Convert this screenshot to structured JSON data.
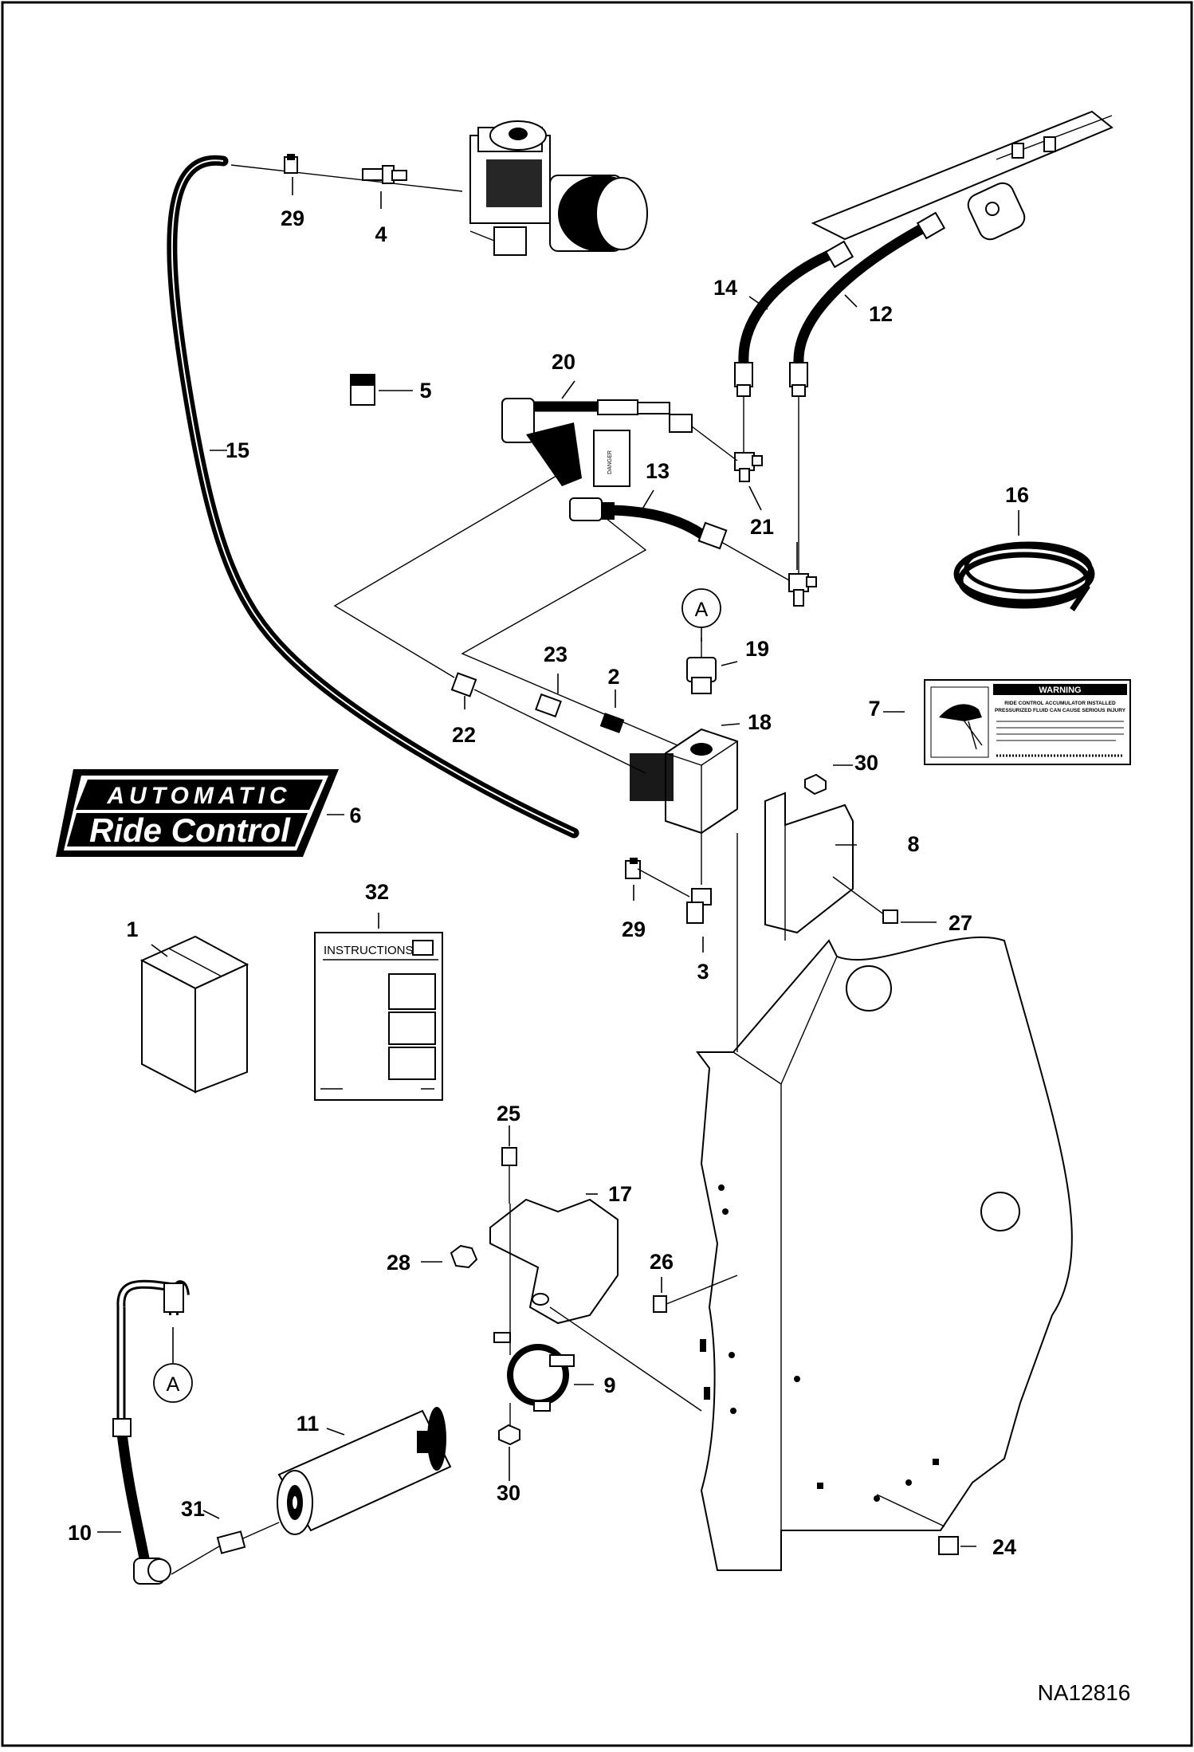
{
  "callouts": {
    "c1": "1",
    "c2": "2",
    "c3": "3",
    "c4": "4",
    "c5": "5",
    "c6": "6",
    "c7": "7",
    "c8": "8",
    "c9": "9",
    "c10": "10",
    "c11": "11",
    "c12": "12",
    "c13": "13",
    "c14": "14",
    "c15": "15",
    "c16": "16",
    "c17": "17",
    "c18": "18",
    "c19": "19",
    "c20": "20",
    "c21": "21",
    "c22": "22",
    "c23": "23",
    "c24": "24",
    "c25": "25",
    "c26": "26",
    "c27": "27",
    "c28": "28",
    "c29a": "29",
    "c29b": "29",
    "c30a": "30",
    "c30b": "30",
    "c31": "31",
    "c32": "32"
  },
  "connection_markers": {
    "top": "A",
    "bottom": "A"
  },
  "ride_control_decal": {
    "line1": "AUTOMATIC",
    "line2": "Ride Control"
  },
  "instructions_sheet": {
    "title": "INSTRUCTIONS"
  },
  "warning_decal": {
    "header": "WARNING",
    "line1": "RIDE CONTROL ACCUMULATOR INSTALLED",
    "line2": "PRESSURIZED FLUID CAN CAUSE SERIOUS INJURY"
  },
  "figure_id": "NA12816"
}
